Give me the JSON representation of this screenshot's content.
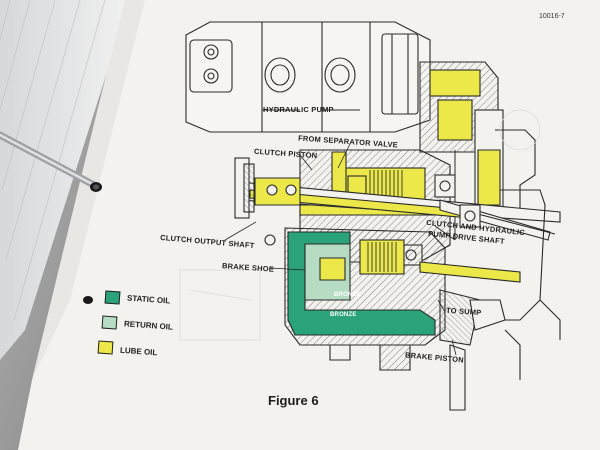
{
  "page_number": "10016-7",
  "figure_caption": "Figure 6",
  "labels": {
    "hydraulic_pump": "HYDRAULIC PUMP",
    "from_separator_valve": "FROM SEPARATOR VALVE",
    "clutch_piston": "CLUTCH PISTON",
    "clutch_output_shaft": "CLUTCH OUTPUT SHAFT",
    "brake_shoe": "BRAKE SHOE",
    "clutch_drive_shaft_1": "CLUTCH AND HYDRAULIC",
    "clutch_drive_shaft_2": "PUMP DRIVE SHAFT",
    "to_sump": "TO SUMP",
    "brake_piston": "BRAKE PISTON",
    "bronze_1": "BRONZE",
    "bronze_2": "BRONZE"
  },
  "legend": [
    {
      "label": "STATIC OIL",
      "color": "#2ba37a"
    },
    {
      "label": "RETURN OIL",
      "color": "#b7dcc4"
    },
    {
      "label": "LUBE OIL",
      "color": "#ece84a"
    }
  ],
  "colors": {
    "paper": "#f3f2ee",
    "line": "#2a2a2a"
  }
}
